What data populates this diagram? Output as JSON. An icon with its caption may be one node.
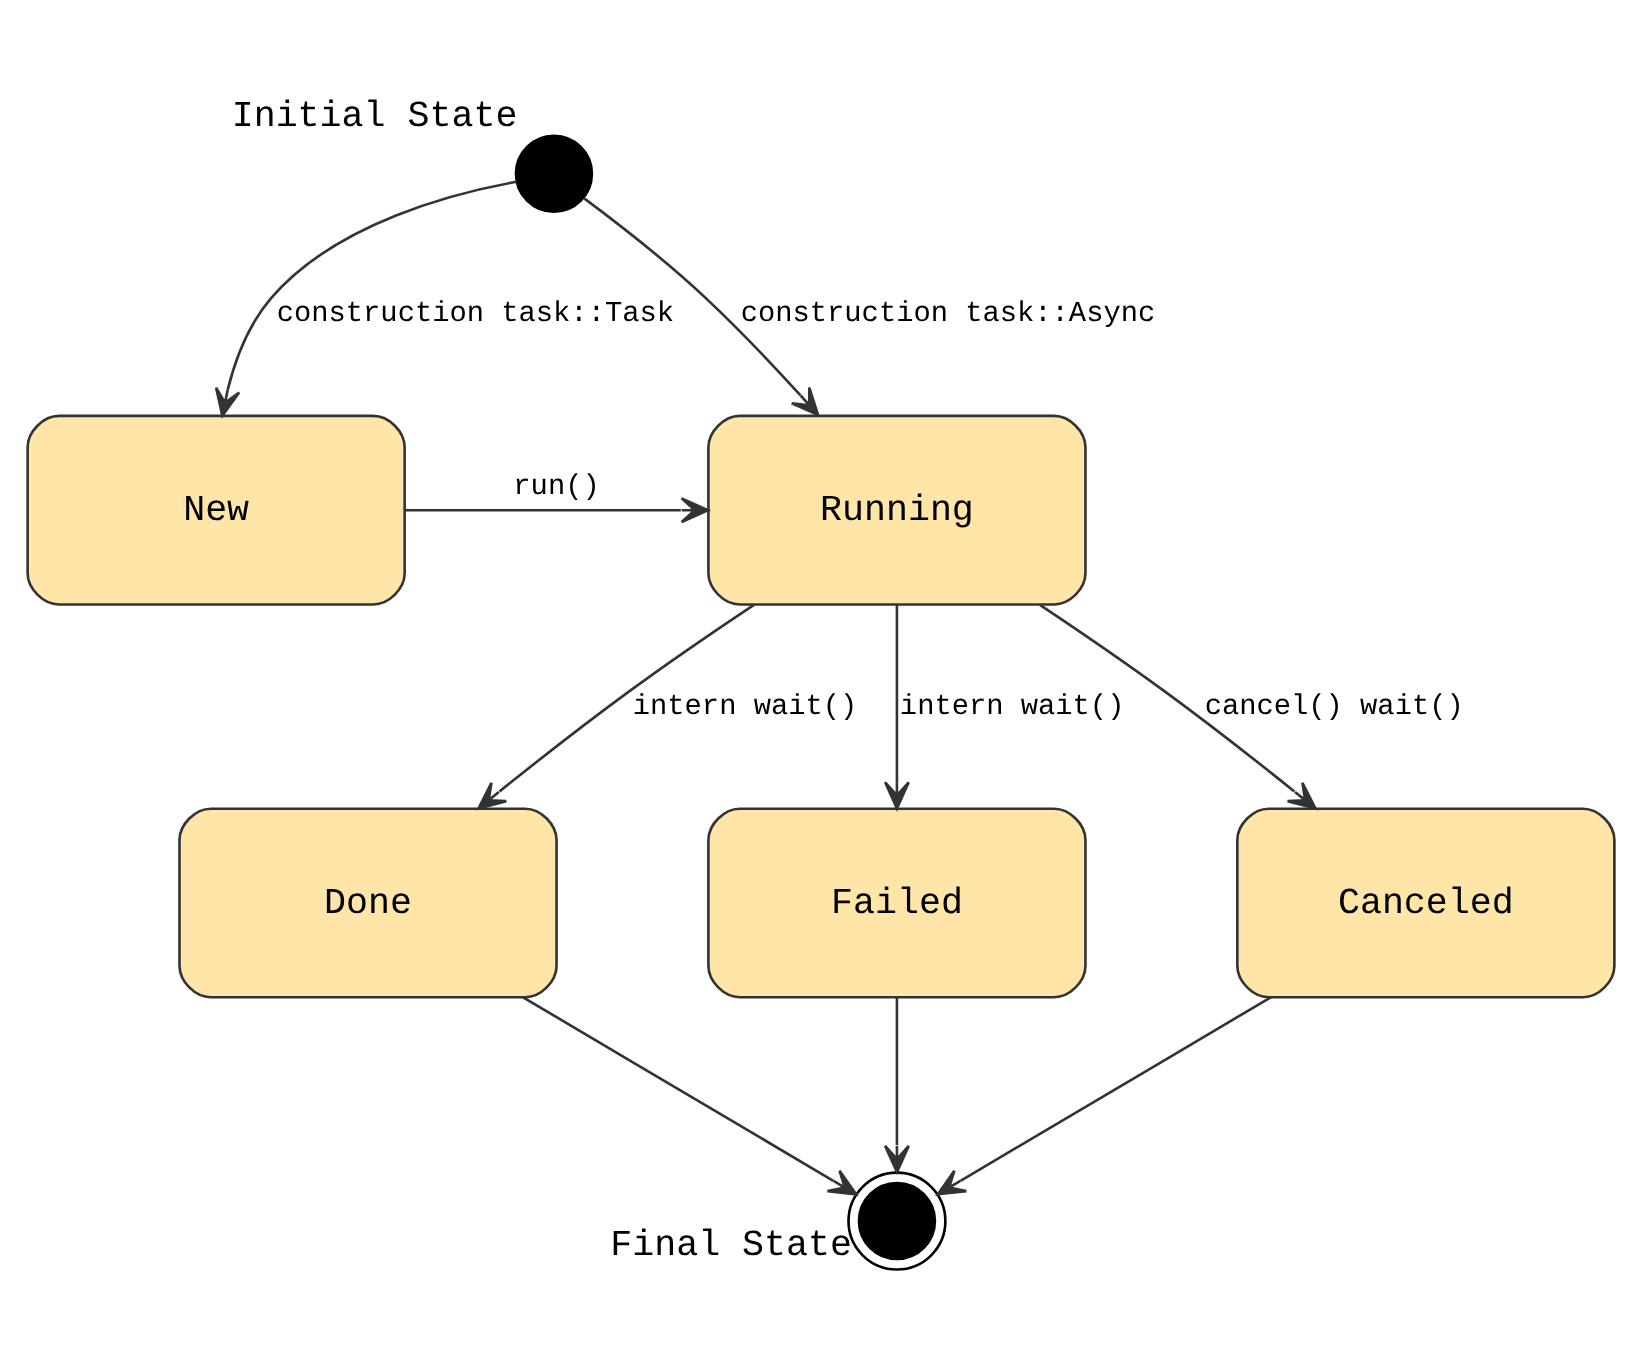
{
  "diagram": {
    "nodes": [
      {
        "text": [],
        "shape": "circle",
        "beside": [
          "Initial State"
        ]
      },
      {
        "text": [
          "New"
        ]
      },
      {
        "text": [
          "Running"
        ]
      },
      {
        "text": [
          "Done"
        ]
      },
      {
        "text": [
          "Failed"
        ]
      },
      {
        "text": [
          "Canceled"
        ]
      },
      {
        "text": [],
        "shape": "circle",
        "beside": [
          "Final State"
        ]
      }
    ],
    "edges": [
      {
        "from": 0,
        "to": 1,
        "arrow": "to",
        "label": "construction task::Task"
      },
      {
        "from": 0,
        "to": 2,
        "arrow": "to",
        "label": "construction task::Async"
      },
      {
        "from": 1,
        "to": 2,
        "arrow": "to",
        "label": "run()"
      },
      {
        "from": 2,
        "to": 3,
        "arrow": "to",
        "label": "intern wait()"
      },
      {
        "from": 2,
        "to": 4,
        "arrow": "to",
        "label": "intern wait()"
      },
      {
        "from": 2,
        "to": 5,
        "arrow": "to",
        "label": "cancel() wait()"
      },
      {
        "from": 3,
        "to": 6,
        "arrow": "to"
      },
      {
        "from": 4,
        "to": 6,
        "arrow": "to"
      },
      {
        "from": 5,
        "to": 6,
        "arrow": "to"
      }
    ]
  }
}
